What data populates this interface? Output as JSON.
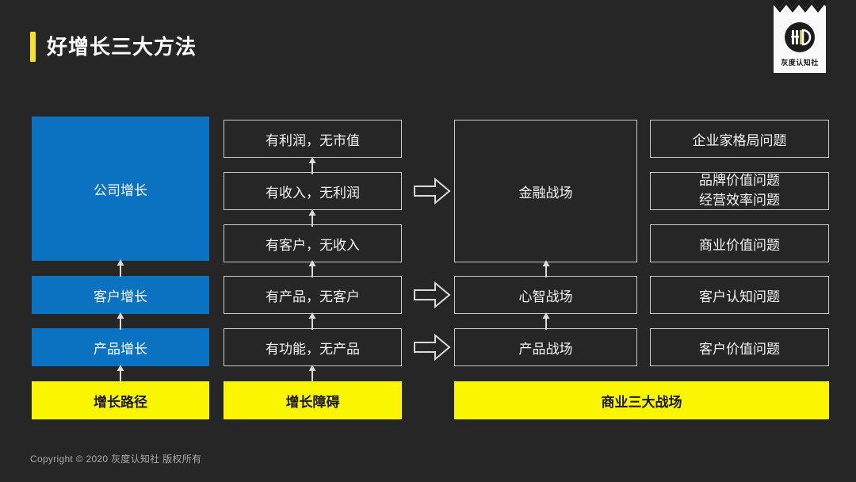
{
  "header": {
    "title": "好增长三大方法",
    "accent_color": "#F2E22A"
  },
  "logo": {
    "name": "灰度认知社",
    "mark": "grayscale-cognition-emblem"
  },
  "colors": {
    "background": "#262626",
    "blue": "#0B72C2",
    "yellow": "#FAF500",
    "outline": "#C9C9C9",
    "text": "#F2F2F2"
  },
  "columns": {
    "growth_path": {
      "legend": "增长路径",
      "items": [
        {
          "label": "公司增长",
          "style": "blue-large"
        },
        {
          "label": "客户增长",
          "style": "blue"
        },
        {
          "label": "产品增长",
          "style": "blue"
        }
      ]
    },
    "growth_barrier": {
      "legend": "增长障碍",
      "items": [
        {
          "label": "有利润，无市值"
        },
        {
          "label": "有收入，无利润"
        },
        {
          "label": "有客户，无收入"
        },
        {
          "label": "有产品，无客户"
        },
        {
          "label": "有功能，无产品"
        }
      ]
    },
    "battlefields": {
      "legend": "商业三大战场",
      "items": [
        {
          "label": "金融战场",
          "style": "large"
        },
        {
          "label": "心智战场"
        },
        {
          "label": "产品战场"
        }
      ]
    },
    "problems": {
      "items": [
        {
          "label": "企业家格局问题"
        },
        {
          "label": "品牌价值问题",
          "label2": "经营效率问题"
        },
        {
          "label": "商业价值问题"
        },
        {
          "label": "客户认知问题"
        },
        {
          "label": "客户价值问题"
        }
      ]
    }
  },
  "arrows": {
    "horizontal_count": 3,
    "vertical_count": 8,
    "direction_horizontal": "right",
    "direction_vertical": "up"
  },
  "footer": {
    "copyright": "Copyright © 2020 灰度认知社 版权所有"
  }
}
